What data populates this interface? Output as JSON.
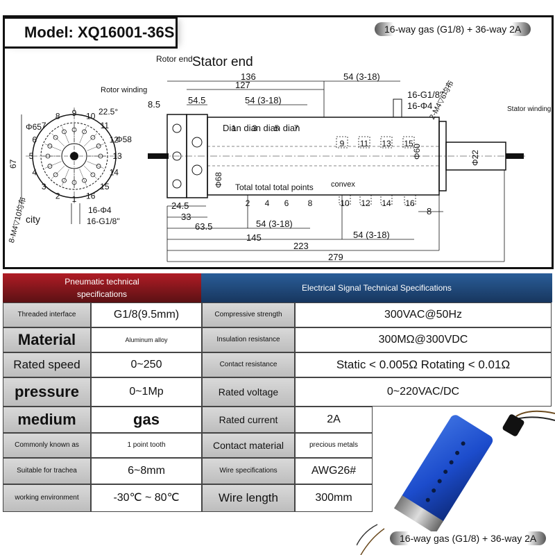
{
  "model": "Model: XQ16001-36S",
  "badge_text": "16-way gas (G1/8) + 36-way 2A",
  "drawing": {
    "rotor_end": "Rotor end",
    "stator_end": "Stator end",
    "rotor_winding": "Rotor winding",
    "stator_winding": "Stator winding",
    "overlay_main": "Dian dian dian dian",
    "overlay_points": "Total total total points",
    "overlay_convex": "convex",
    "overlay_city": "city",
    "dims": {
      "d136": "136",
      "d127": "127",
      "d54_318a": "54 (3-18)",
      "d54_318b": "54 (3-18)",
      "d54_318c": "54 (3-18)",
      "d54_318d": "54 (3-18)",
      "d8_5": "8.5",
      "d54_5": "54.5",
      "d16g": "16-G1/8\"",
      "d16phi": "16-Φ4",
      "d2m4": "2-M4▽6均布",
      "d24_5": "24.5",
      "d33": "33",
      "d63_5": "63.5",
      "d145": "145",
      "d223": "223",
      "d279": "279",
      "d8": "8",
      "phi60": "Φ60",
      "phi68": "Φ68",
      "phi22": "Φ22",
      "phi65": "Φ65",
      "phi58": "Φ58",
      "d67": "67",
      "a22": "22.5°",
      "d8m4": "8-M4▽10均布",
      "lg16phi": "16-Φ4",
      "lg16g": "16-G1/8\"",
      "ports_top": [
        "1",
        "3",
        "5",
        "7",
        "9",
        "11",
        "13",
        "15"
      ],
      "ports_bottom": [
        "2",
        "4",
        "6",
        "8",
        "10",
        "12",
        "14",
        "16"
      ],
      "ring_nums": [
        "1",
        "2",
        "3",
        "4",
        "5",
        "6",
        "7",
        "8",
        "9",
        "10",
        "11",
        "12",
        "13",
        "14",
        "15",
        "16"
      ]
    }
  },
  "pneumatic_header": "Pneumatic technical specifications",
  "electrical_header": "Electrical Signal Technical Specifications",
  "rows": [
    {
      "l1": "Threaded interface",
      "v1": "G1/8(9.5mm)",
      "l2": "Compressive strength",
      "v2": "300VAC@50Hz"
    },
    {
      "l1": "Material",
      "v1": "Aluminum alloy",
      "l2": "Insulation resistance",
      "v2": "300MΩ@300VDC"
    },
    {
      "l1": "Rated speed",
      "v1": "0~250",
      "l2": "Contact resistance",
      "v2": "Static < 0.005Ω Rotating < 0.01Ω"
    },
    {
      "l1": "pressure",
      "v1": "0~1Mp",
      "l2": "Rated voltage",
      "v2": "0~220VAC/DC"
    },
    {
      "l1": "medium",
      "v1": "gas",
      "l2": "Rated current",
      "v2": "2A"
    },
    {
      "l1": "Commonly known as",
      "v1": "1 point tooth",
      "l2": "Contact material",
      "v2": "precious metals"
    },
    {
      "l1": "Suitable for trachea",
      "v1": "6~8mm",
      "l2": "Wire specifications",
      "v2": "AWG26#"
    },
    {
      "l1": "working environment",
      "v1": "-30℃ ~ 80℃",
      "l2": "Wire length",
      "v2": "300mm"
    }
  ],
  "colors": {
    "pneumatic": "#8e1a20",
    "electrical": "#1f4a7e",
    "product": "#1b4fc0"
  }
}
